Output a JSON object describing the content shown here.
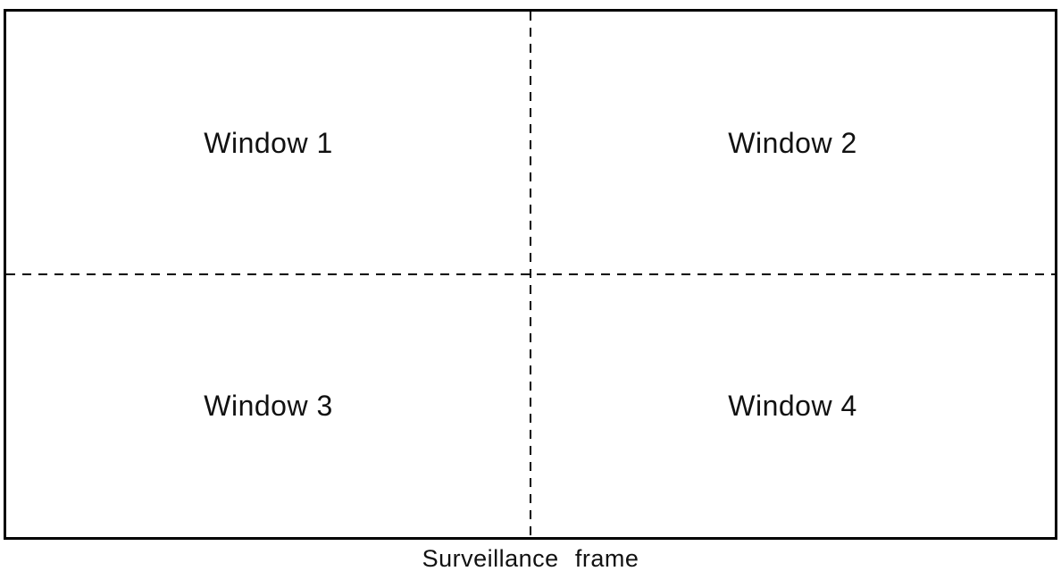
{
  "figure": {
    "windows": [
      {
        "label": "Window 1"
      },
      {
        "label": "Window 2"
      },
      {
        "label": "Window 3"
      },
      {
        "label": "Window 4"
      }
    ],
    "caption": "Surveillance frame",
    "colors": {
      "line": "#000000",
      "background": "#ffffff",
      "text": "#111111"
    }
  }
}
